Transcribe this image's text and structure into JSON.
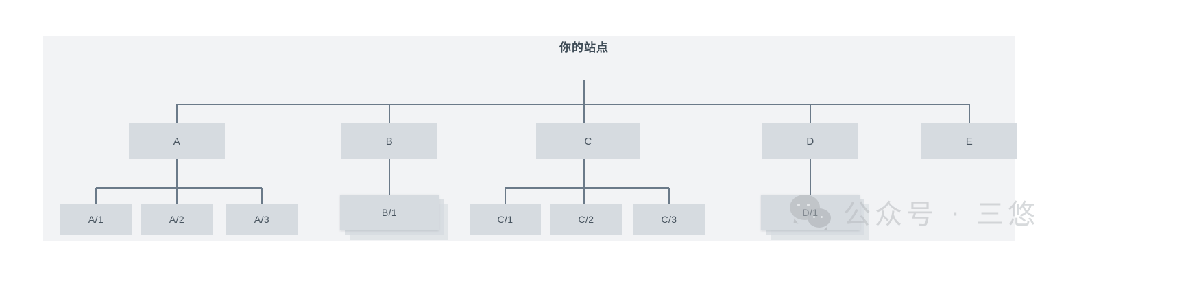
{
  "diagram": {
    "type": "site-structure-tree",
    "root": {
      "label": "你的站点"
    },
    "level1": [
      {
        "label": "A"
      },
      {
        "label": "B"
      },
      {
        "label": "C"
      },
      {
        "label": "D"
      },
      {
        "label": "E"
      }
    ],
    "level2": {
      "A": [
        {
          "label": "A/1"
        },
        {
          "label": "A/2"
        },
        {
          "label": "A/3"
        }
      ],
      "B": [
        {
          "label": "B/1",
          "stacked": true
        }
      ],
      "C": [
        {
          "label": "C/1"
        },
        {
          "label": "C/2"
        },
        {
          "label": "C/3"
        }
      ],
      "D": [
        {
          "label": "D/1",
          "stacked": true
        }
      ],
      "E": []
    }
  },
  "watermark": {
    "text": "公众号 · 三悠",
    "icon": "wechat-logo"
  },
  "colors": {
    "canvas_background": "#f2f3f5",
    "node_fill": "#d6dbe0",
    "node_text": "#48545f",
    "connector_line": "#6b7a89",
    "page_background": "#ffffff"
  }
}
